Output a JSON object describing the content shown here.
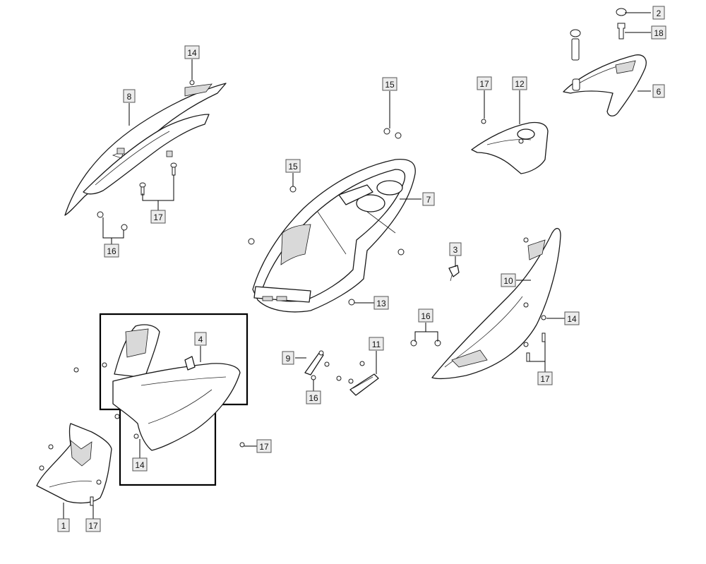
{
  "diagram": {
    "callouts": [
      {
        "id": "c2",
        "label": "2"
      },
      {
        "id": "c18",
        "label": "18"
      },
      {
        "id": "c6",
        "label": "6"
      },
      {
        "id": "c14a",
        "label": "14"
      },
      {
        "id": "c8",
        "label": "8"
      },
      {
        "id": "c17a",
        "label": "17"
      },
      {
        "id": "c16a",
        "label": "16"
      },
      {
        "id": "c15a",
        "label": "15"
      },
      {
        "id": "c15b",
        "label": "15"
      },
      {
        "id": "c7",
        "label": "7"
      },
      {
        "id": "c13",
        "label": "13"
      },
      {
        "id": "c17b",
        "label": "17"
      },
      {
        "id": "c12",
        "label": "12"
      },
      {
        "id": "c3",
        "label": "3"
      },
      {
        "id": "c10",
        "label": "10"
      },
      {
        "id": "c14b",
        "label": "14"
      },
      {
        "id": "c16b",
        "label": "16"
      },
      {
        "id": "c17c",
        "label": "17"
      },
      {
        "id": "c4",
        "label": "4"
      },
      {
        "id": "c14c",
        "label": "14"
      },
      {
        "id": "c9",
        "label": "9"
      },
      {
        "id": "c16c",
        "label": "16"
      },
      {
        "id": "c11",
        "label": "11"
      },
      {
        "id": "c17d",
        "label": "17"
      },
      {
        "id": "c1",
        "label": "1"
      },
      {
        "id": "c17e",
        "label": "17"
      }
    ]
  },
  "colors": {
    "line": "#1a1a1a",
    "callout_fill": "#ececec",
    "background": "#ffffff"
  }
}
